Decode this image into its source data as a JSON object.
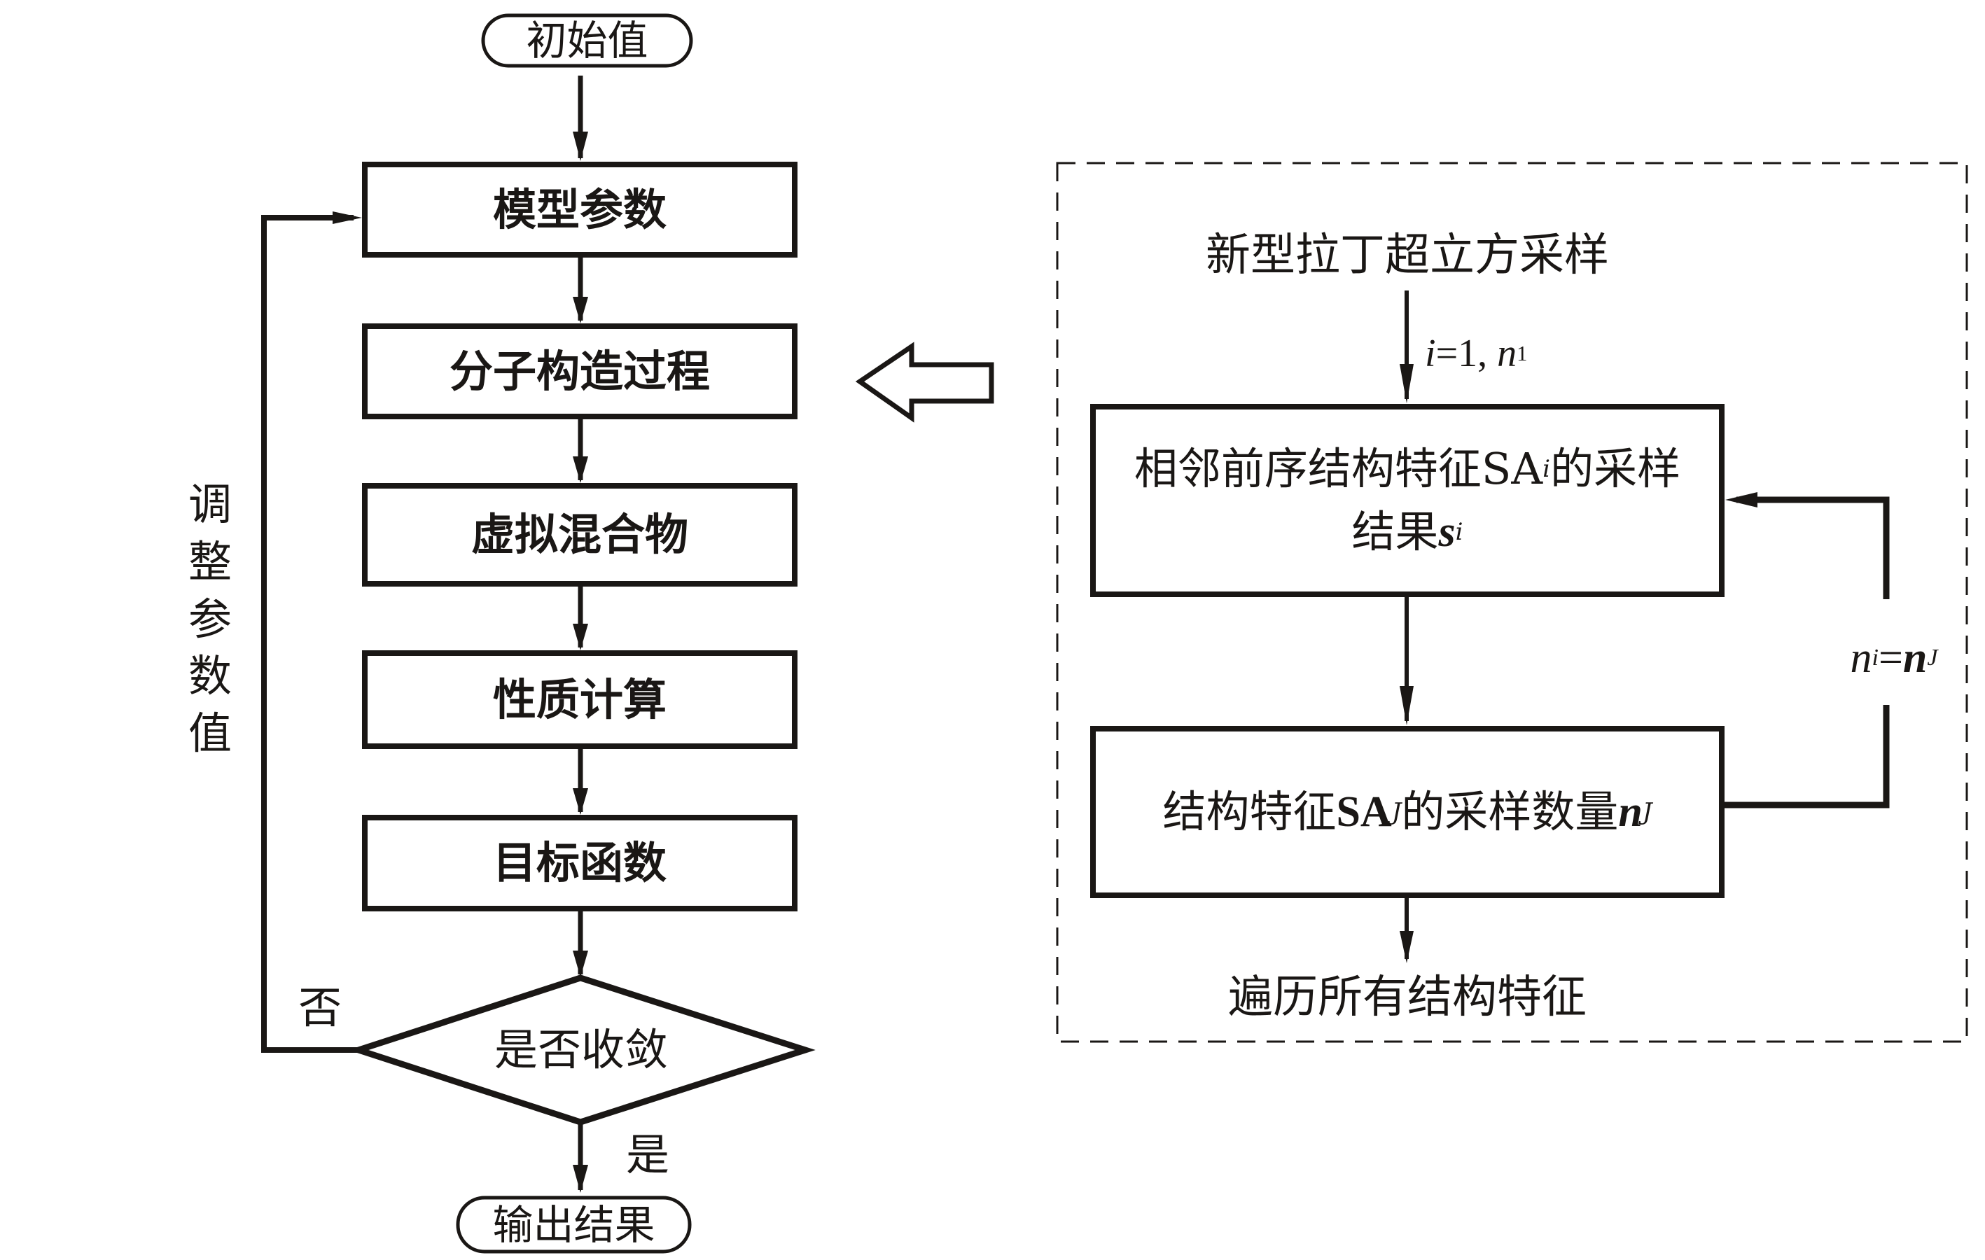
{
  "diagram_type": "flowchart",
  "left_flow": {
    "start": "初始值",
    "steps": [
      "模型参数",
      "分子构造过程",
      "虚拟混合物",
      "性质计算",
      "目标函数"
    ],
    "decision": "是否收敛",
    "decision_no_label": "否",
    "decision_yes_label": "是",
    "end": "输出结果",
    "feedback_label_chars": [
      "调",
      "整",
      "参",
      "数",
      "值"
    ]
  },
  "right_panel": {
    "title": "新型拉丁超立方采样",
    "loop_label": {
      "i": "i",
      "eq": "=1, ",
      "n": "n",
      "sub": "1"
    },
    "box1": {
      "line1_prefix": "相邻前序结构特征SA",
      "line1_sub": "i",
      "line1_suffix": "的采样",
      "line2_prefix": "结果",
      "line2_var": "s",
      "line2_sub": "i"
    },
    "box2": {
      "prefix": "结构特征",
      "sa": "SA",
      "sa_sub": "J",
      "middle": "的采样数量",
      "var": "n",
      "var_sub": "J"
    },
    "feedback_label": {
      "lhs": "n",
      "lhs_sub": "i",
      "eq": "=",
      "rhs": "n",
      "rhs_sub": "J"
    },
    "footer": "遍历所有结构特征"
  },
  "connector": "hollow-left-arrow",
  "colors": {
    "stroke": "#1a1715",
    "background": "#ffffff"
  }
}
